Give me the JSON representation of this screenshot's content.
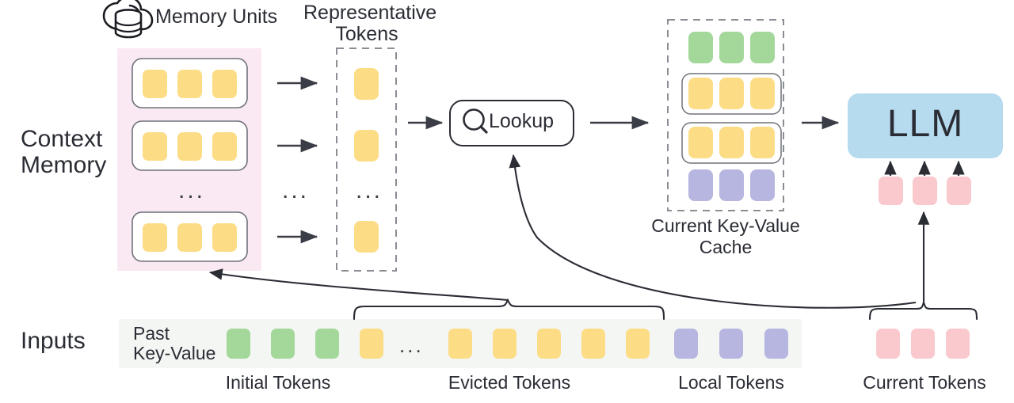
{
  "title": "Context Memory LLM KV-cache diagram",
  "labels": {
    "memory_units": "Memory Units",
    "representative_tokens_l1": "Representative",
    "representative_tokens_l2": "Tokens",
    "context_memory_l1": "Context",
    "context_memory_l2": "Memory",
    "lookup": "Lookup",
    "kv_cache_l1": "Current Key-Value",
    "kv_cache_l2": "Cache",
    "llm": "LLM",
    "inputs": "Inputs",
    "past_kv_l1": "Past",
    "past_kv_l2": "Key-Value",
    "initial_tokens": "Initial Tokens",
    "evicted_tokens": "Evicted Tokens",
    "local_tokens": "Local Tokens",
    "current_tokens": "Current Tokens",
    "ellipsis": "..."
  },
  "icons": {
    "cloud_database": "cloud-database-icon",
    "search": "search-icon"
  },
  "colors": {
    "yellow": "#fcdd86",
    "green": "#a3d89a",
    "purple": "#b6b6e0",
    "pink_token": "#f9c9cd",
    "blue_llm": "#b6daee",
    "memory_bg": "#fae9f2",
    "inputs_bg": "#f4f6f4",
    "stroke_dark": "#3a3d46",
    "stroke_dash": "#8a8d94",
    "unit_border": "#6f727a",
    "text": "#2b2d35"
  },
  "context_memory": {
    "units": [
      {
        "name": "memory-unit-1",
        "tokens": [
          "yellow",
          "yellow",
          "yellow"
        ]
      },
      {
        "name": "memory-unit-2",
        "tokens": [
          "yellow",
          "yellow",
          "yellow"
        ]
      },
      {
        "name": "memory-unit-n",
        "tokens": [
          "yellow",
          "yellow",
          "yellow"
        ]
      }
    ],
    "unit_rows_ellipsis": "..."
  },
  "representative_tokens": {
    "tokens": [
      "yellow",
      "yellow",
      "yellow"
    ],
    "ellipsis": "..."
  },
  "arrows_ellipsis": "...",
  "kv_cache": {
    "rows": [
      {
        "name": "kv-row-initial",
        "color": "green",
        "count": 3,
        "boxed": false
      },
      {
        "name": "kv-row-retrieved-1",
        "color": "yellow",
        "count": 3,
        "boxed": true
      },
      {
        "name": "kv-row-retrieved-2",
        "color": "yellow",
        "count": 3,
        "boxed": true
      },
      {
        "name": "kv-row-local",
        "color": "purple",
        "count": 3,
        "boxed": false
      }
    ]
  },
  "llm_inputs": {
    "tokens": [
      "pink",
      "pink",
      "pink"
    ],
    "arrow_count": 3
  },
  "inputs_sequence": [
    {
      "color": "green",
      "group": "initial"
    },
    {
      "color": "green",
      "group": "initial"
    },
    {
      "color": "green",
      "group": "initial"
    },
    {
      "color": "yellow",
      "group": "evicted"
    },
    {
      "color": "ellipsis",
      "group": "evicted"
    },
    {
      "color": "yellow",
      "group": "evicted"
    },
    {
      "color": "yellow",
      "group": "evicted"
    },
    {
      "color": "yellow",
      "group": "evicted"
    },
    {
      "color": "yellow",
      "group": "evicted"
    },
    {
      "color": "yellow",
      "group": "evicted"
    },
    {
      "color": "purple",
      "group": "local"
    },
    {
      "color": "purple",
      "group": "local"
    },
    {
      "color": "purple",
      "group": "local"
    }
  ],
  "current_tokens": [
    {
      "color": "pink"
    },
    {
      "color": "pink"
    },
    {
      "color": "pink"
    }
  ]
}
